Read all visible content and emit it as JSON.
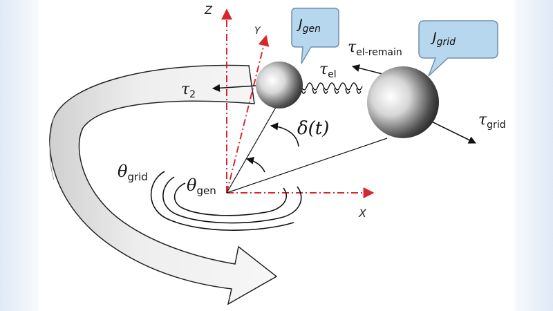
{
  "axes": {
    "x_label": "X",
    "y_label": "Y",
    "z_label": "Z"
  },
  "bubbles": {
    "gen": {
      "main": "J",
      "sub": "gen"
    },
    "grid": {
      "main": "J",
      "sub": "grid"
    }
  },
  "torques": {
    "tau2": {
      "main": "τ",
      "sub": "2"
    },
    "tau_el_remain": {
      "main": "τ",
      "sub": "el-remain"
    },
    "tau_el": {
      "main": "τ",
      "sub": "el"
    },
    "tau_grid": {
      "main": "τ",
      "sub": "grid"
    }
  },
  "angles": {
    "delta": "δ(t)",
    "theta_grid": {
      "main": "θ",
      "sub": "grid"
    },
    "theta_gen": {
      "main": "θ",
      "sub": "gen"
    }
  },
  "colors": {
    "axis": "#d9262c",
    "bubble_fill": "#b7d7ee",
    "bubble_stroke": "#6e8fae",
    "arrow_fill": "#e4e4e4",
    "ink": "#111111"
  }
}
